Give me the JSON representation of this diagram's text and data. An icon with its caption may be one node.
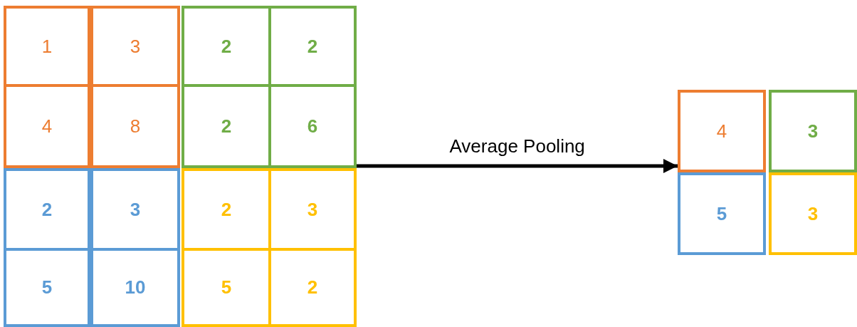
{
  "diagram": {
    "nodes": [
      {
        "text": [],
        "shape": "box"
      },
      {
        "text": [
          "1"
        ],
        "in": 0
      },
      {
        "text": [
          "3"
        ],
        "in": 0
      },
      {
        "text": [
          "2"
        ],
        "in": 0
      },
      {
        "text": [
          "2"
        ],
        "in": 0
      },
      {
        "text": [
          "4"
        ],
        "in": 0
      },
      {
        "text": [
          "8"
        ],
        "in": 0
      },
      {
        "text": [
          "2"
        ],
        "in": 0
      },
      {
        "text": [
          "6"
        ],
        "in": 0
      },
      {
        "text": [
          "2"
        ],
        "in": 0
      },
      {
        "text": [
          "3"
        ],
        "in": 0
      },
      {
        "text": [
          "2"
        ],
        "in": 0
      },
      {
        "text": [
          "3"
        ],
        "in": 0
      },
      {
        "text": [
          "5"
        ],
        "in": 0
      },
      {
        "text": [
          "10"
        ],
        "in": 0
      },
      {
        "text": [
          "5"
        ],
        "in": 0
      },
      {
        "text": [
          "2"
        ],
        "in": 0
      },
      {
        "text": [],
        "shape": "box"
      },
      {
        "text": [
          "4"
        ],
        "in": 17
      },
      {
        "text": [
          "3"
        ],
        "in": 17
      },
      {
        "text": [
          "5"
        ],
        "in": 17
      },
      {
        "text": [
          "3"
        ],
        "in": 17
      }
    ],
    "edges": [
      {
        "from": 0,
        "to": 17,
        "arrow": "to",
        "label": "Average Pooling"
      }
    ]
  }
}
